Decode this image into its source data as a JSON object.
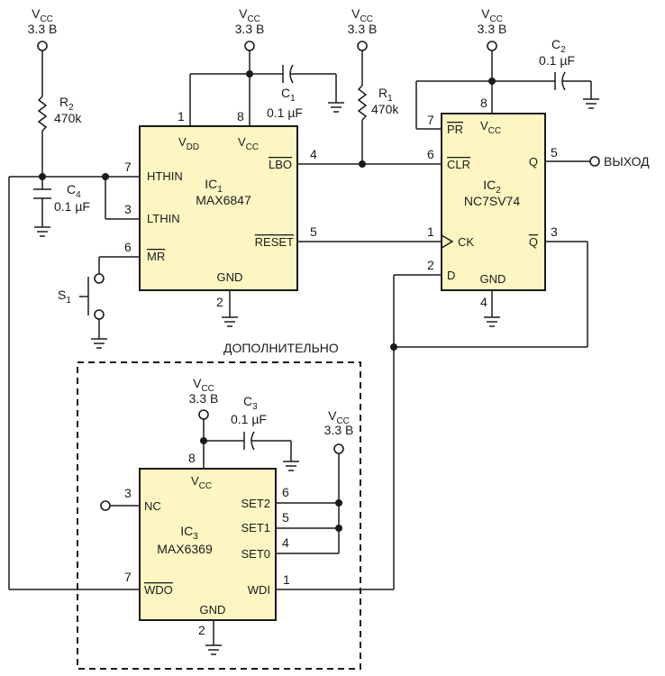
{
  "supply": {
    "vcc": "V",
    "vcc_sub": "CC",
    "volt": "3.3 В"
  },
  "r2": {
    "ref": "R",
    "ref_sub": "2",
    "value": "470k"
  },
  "r1": {
    "ref": "R",
    "ref_sub": "1",
    "value": "470k"
  },
  "c1": {
    "ref": "C",
    "ref_sub": "1",
    "value": "0.1 µF"
  },
  "c2": {
    "ref": "C",
    "ref_sub": "2",
    "value": "0.1 µF"
  },
  "c3": {
    "ref": "C",
    "ref_sub": "3",
    "value": "0.1 µF"
  },
  "c4": {
    "ref": "C",
    "ref_sub": "4",
    "value": "0.1 µF"
  },
  "s1": {
    "ref": "S",
    "ref_sub": "1"
  },
  "ic1": {
    "ref": "IC",
    "ref_sub": "1",
    "part": "MAX6847",
    "pins": {
      "hthin": "HTHIN",
      "lthin": "LTHIN",
      "mr": "MR",
      "vdd": "V",
      "vdd_sub": "DD",
      "vcc": "V",
      "vcc_sub": "CC",
      "lbo": "LBO",
      "reset": "RESET",
      "gnd": "GND"
    },
    "pin_numbers": {
      "p1": "1",
      "p8": "8",
      "p7": "7",
      "p3": "3",
      "p6": "6",
      "p4": "4",
      "p5": "5",
      "p2": "2"
    }
  },
  "ic2": {
    "ref": "IC",
    "ref_sub": "2",
    "part": "NC7SV74",
    "pins": {
      "pr": "PR",
      "vcc": "V",
      "vcc_sub": "CC",
      "clr": "CLR",
      "q": "Q",
      "ck": "CK",
      "qbar": "Q",
      "d": "D",
      "gnd": "GND"
    },
    "pin_numbers": {
      "p8": "8",
      "p7": "7",
      "p6": "6",
      "p5": "5",
      "p1": "1",
      "p3": "3",
      "p2": "2",
      "p4": "4"
    }
  },
  "ic3": {
    "ref": "IC",
    "ref_sub": "3",
    "part": "MAX6369",
    "pins": {
      "nc": "NC",
      "vcc": "V",
      "vcc_sub": "CC",
      "set2": "SET2",
      "set1": "SET1",
      "set0": "SET0",
      "wdo": "WDO",
      "wdi": "WDI",
      "gnd": "GND"
    },
    "pin_numbers": {
      "p8": "8",
      "p3": "3",
      "p6": "6",
      "p5": "5",
      "p4": "4",
      "p7": "7",
      "p1": "1",
      "p2": "2"
    }
  },
  "output_label": "ВЫХОД",
  "optional_label": "ДОПОЛНИТЕЛЬНО"
}
